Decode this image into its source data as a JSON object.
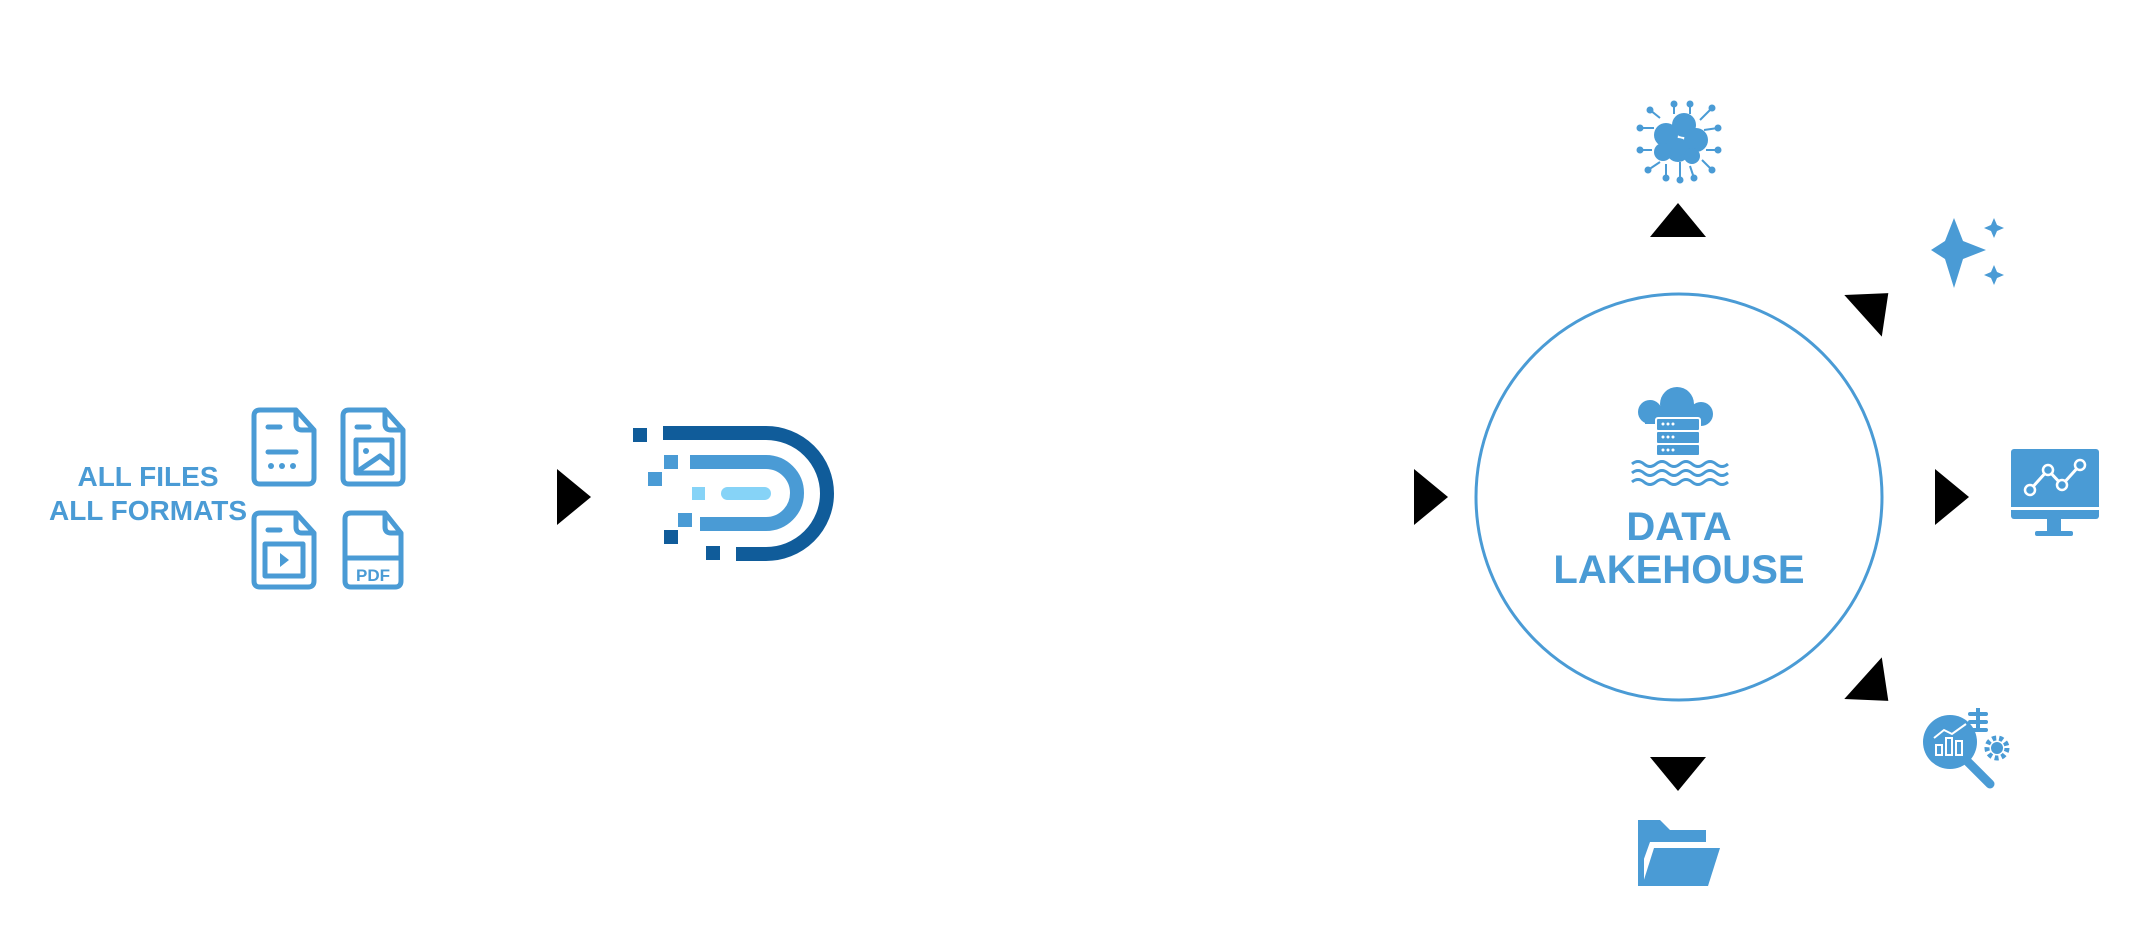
{
  "source": {
    "line1": "ALL FILES",
    "line2": "ALL FORMATS",
    "pdf_label": "PDF"
  },
  "hub": {
    "line1": "DATA",
    "line2": "LAKEHOUSE"
  },
  "outputs": [
    "ai-brain-icon",
    "sparkles-icon",
    "dashboard-monitor-icon",
    "analytics-icon",
    "folder-icon"
  ],
  "colors": {
    "arrow": "#86d3f7",
    "icon": "#4a9bd5",
    "logo_dark": "#105c9a",
    "logo_mid": "#4a9bd5",
    "logo_light": "#86d3f7"
  }
}
